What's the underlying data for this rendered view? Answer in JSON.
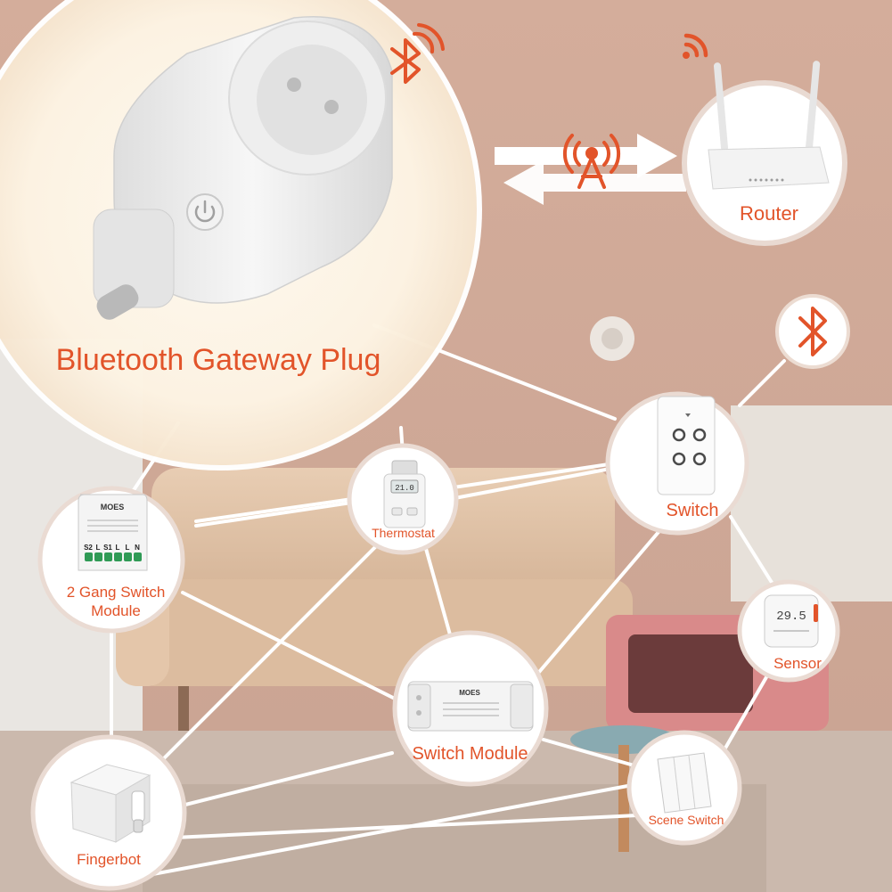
{
  "main": {
    "gateway_label": "Bluetooth Gateway Plug",
    "router_label": "Router",
    "switch_label": "Switch",
    "thermostat_label": "Thermostat",
    "two_gang_label_line1": "2 Gang Switch",
    "two_gang_label_line2": "Module",
    "sensor_label": "Sensor",
    "switch_module_label": "Switch Module",
    "fingerbot_label": "Fingerbot",
    "scene_switch_label": "Scene Switch"
  },
  "device_text": {
    "moes_brand": "MOES",
    "module_s2": "S2",
    "module_l1": "L",
    "module_s1": "S1",
    "module_l2": "L",
    "module_l3": "L",
    "module_n": "N",
    "thermostat_reading": "21.0",
    "sensor_reading": "29.5"
  },
  "colors": {
    "accent": "#e2542a",
    "link": "#ffffff",
    "wall": "#d6b2a0"
  },
  "icons": {
    "gateway_status": "bluetooth-wifi-icon",
    "router_status": "wifi-icon",
    "link_signal": "antenna-icon",
    "mesh": "bluetooth-icon",
    "plug_button": "power-icon"
  }
}
